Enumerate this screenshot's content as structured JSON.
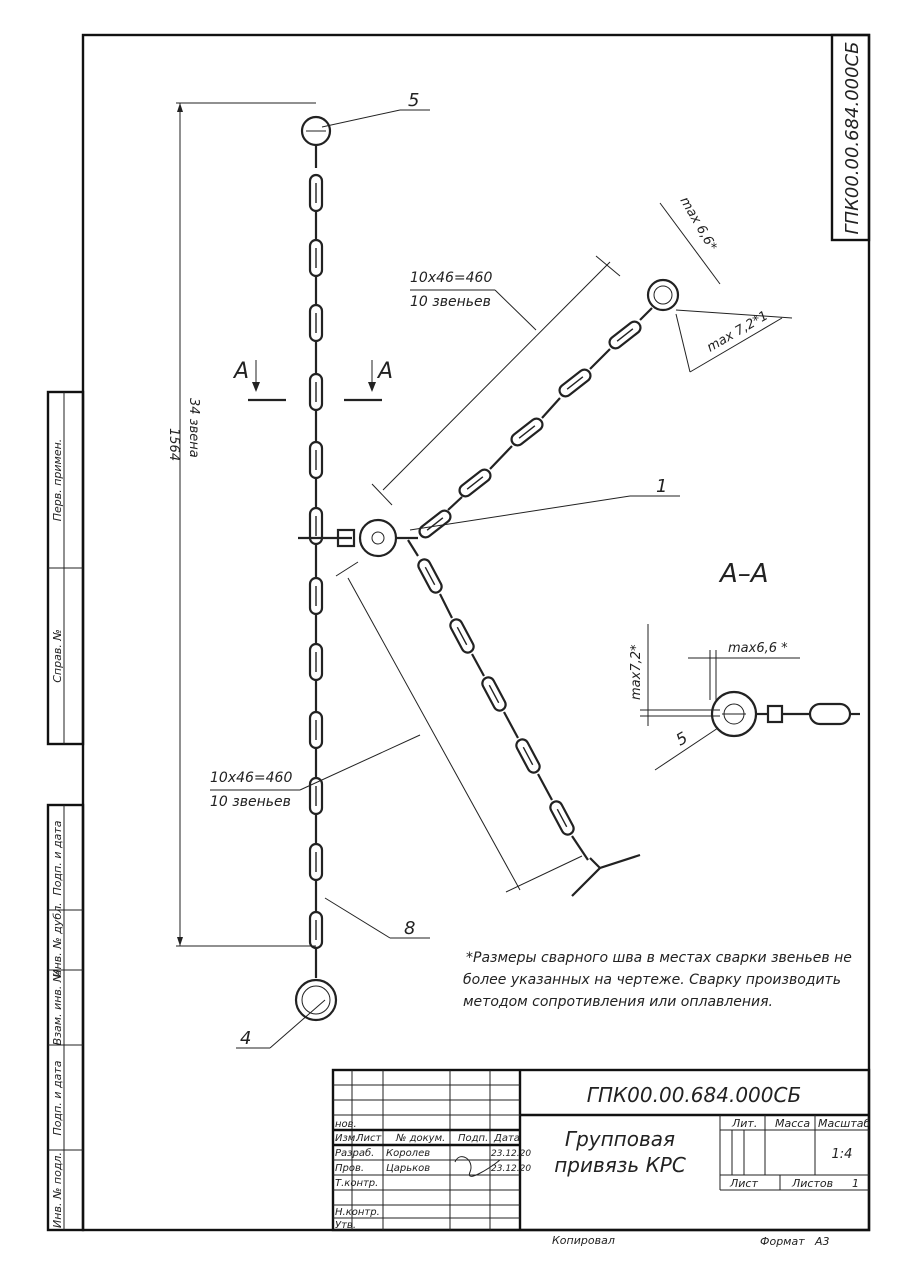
{
  "doc_code": "ГПК00.00.684.000СБ",
  "title_line1": "Групповая",
  "title_line2": "привязь КРС",
  "section_label": "А–А",
  "section_mark": "А",
  "callouts": {
    "c1": "1",
    "c4": "4",
    "c5": "5",
    "c8": "8",
    "c5b": "5"
  },
  "dims": {
    "vertical_total": "1564",
    "vertical_links": "34 звена",
    "upper_formula": "10х46=460",
    "upper_links": "10 звеньев",
    "lower_formula": "10х46=460",
    "lower_links": "10 звеньев",
    "max66": "max 6,6*",
    "max72_1": "max 7,2*1",
    "sec_max66": "max6,6 *",
    "sec_max72": "max7,2*"
  },
  "note_lines": [
    "*Размеры сварного шва в местах сварки звеньев не",
    "более указанных на чертеже. Сварку производить",
    "методом сопротивления или оплавления."
  ],
  "side_labels": {
    "perv_primen": "Перв. примен.",
    "sprav": "Справ. №",
    "podp_data_1": "Подп. и дата",
    "inv_dubl": "Инв. № дубл.",
    "vzam_inv": "Взам. инв. №",
    "podp_data_2": "Подп. и дата",
    "inv_podl": "Инв. № подл."
  },
  "title_block": {
    "nov": "нов.",
    "izm": "Изм.",
    "list": "Лист",
    "n_dokum": "№ докум.",
    "podp": "Подп.",
    "data": "Дата",
    "razrab": "Разраб.",
    "razrab_name": "Королев",
    "razrab_date": "23.12.20",
    "prov": "Пров.",
    "prov_name": "Царьков",
    "prov_date": "23.12.20",
    "tkontr": "Т.контр.",
    "nkontr": "Н.контр.",
    "utv": "Утв.",
    "lit": "Лит.",
    "massa": "Масса",
    "masshtab": "Масштаб",
    "scale": "1:4",
    "sheet": "Лист",
    "sheets": "Листов",
    "sheets_count": "1"
  },
  "footer": {
    "kopiroval": "Копировал",
    "format": "Формат",
    "format_value": "А3"
  }
}
